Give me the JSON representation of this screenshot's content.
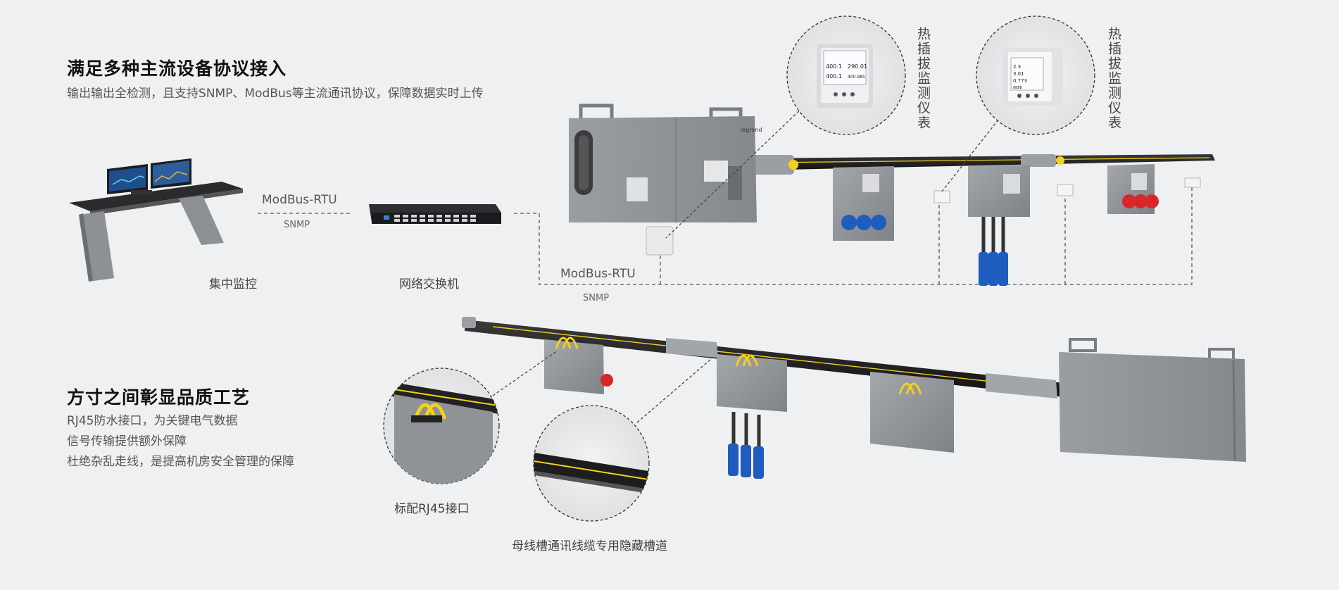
{
  "section1": {
    "title": "满足多种主流设备协议接入",
    "desc": "输出输出全检测，且支持SNMP、ModBus等主流通讯协议，保障数据实时上传"
  },
  "section2": {
    "title": "方寸之间彰显品质工艺",
    "lines": [
      "RJ45防水接口，为关键电气数据",
      "信号传输提供额外保障",
      "杜绝杂乱走线，是提高机房安全管理的保障"
    ]
  },
  "labels": {
    "monitoring": "集中监控",
    "switch": "网络交换机",
    "hotplug_1": "热插拔监测仪表",
    "hotplug_2": "热插拔监测仪表",
    "rj45": "标配RJ45接口",
    "hidden_channel": "母线槽通讯线缆专用隐藏槽道",
    "brand": "legrand"
  },
  "protocols": {
    "link1_main": "ModBus-RTU",
    "link1_sub": "SNMP",
    "link2_main": "ModBus-RTU",
    "link2_sub": "SNMP"
  },
  "meter_readings": {
    "meter1": [
      "400.1",
      "290.01",
      "400.1",
      "400.985"
    ],
    "meter2": [
      "2.3",
      "3.01",
      "0.773",
      "8888"
    ]
  },
  "colors": {
    "background": "#eef0f2",
    "busbar": "#1e1e1e",
    "box": "#8f9296",
    "connector_blue": "#1f5cc0",
    "connector_red": "#d9262b",
    "cable_yellow": "#f2d21a"
  }
}
